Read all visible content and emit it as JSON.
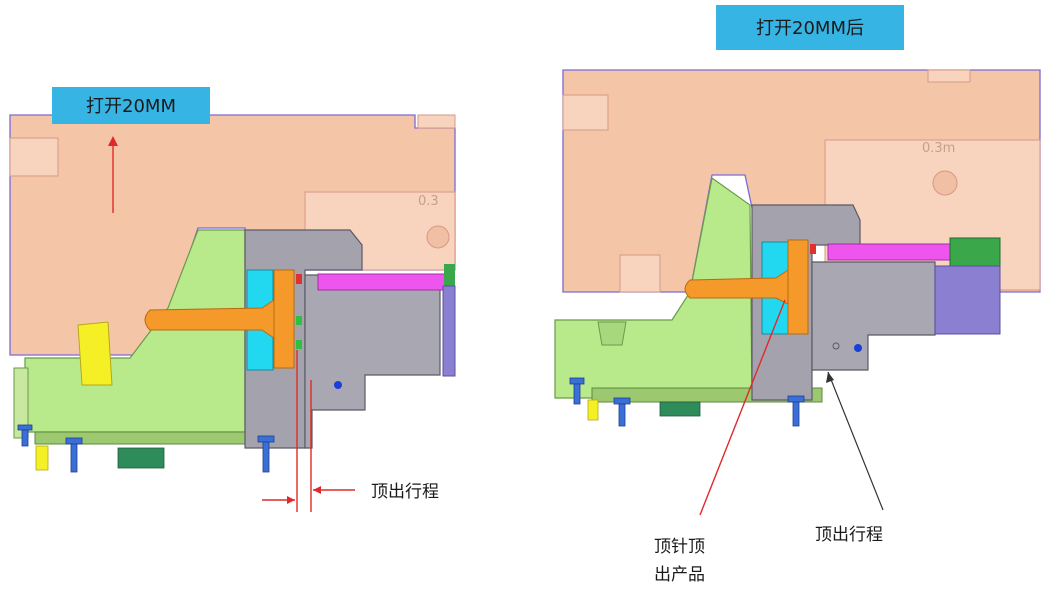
{
  "labels": {
    "left_tag": "打开20MM",
    "right_tag": "打开20MM后",
    "left_stroke": "顶出行程",
    "right_pin_line1": "顶针顶",
    "right_pin_line2": "出产品",
    "right_stroke": "顶出行程",
    "faint_left": "0.3",
    "faint_right": "0.3m"
  },
  "colors": {
    "plate": "#f5c5a8",
    "plate_edge": "#7b6ad8",
    "green": "#b8ea8c",
    "gray": "#a4a3ad",
    "dark_gray": "#8e8d96",
    "cyan": "#22d8f0",
    "orange": "#f59a2a",
    "magenta": "#ee55ee",
    "yellow": "#f5f026",
    "blue_bolt": "#3a6fd8",
    "tag_bg": "#36b4e4",
    "arrow_red": "#e02a2a",
    "dark_green": "#3aa84a"
  }
}
